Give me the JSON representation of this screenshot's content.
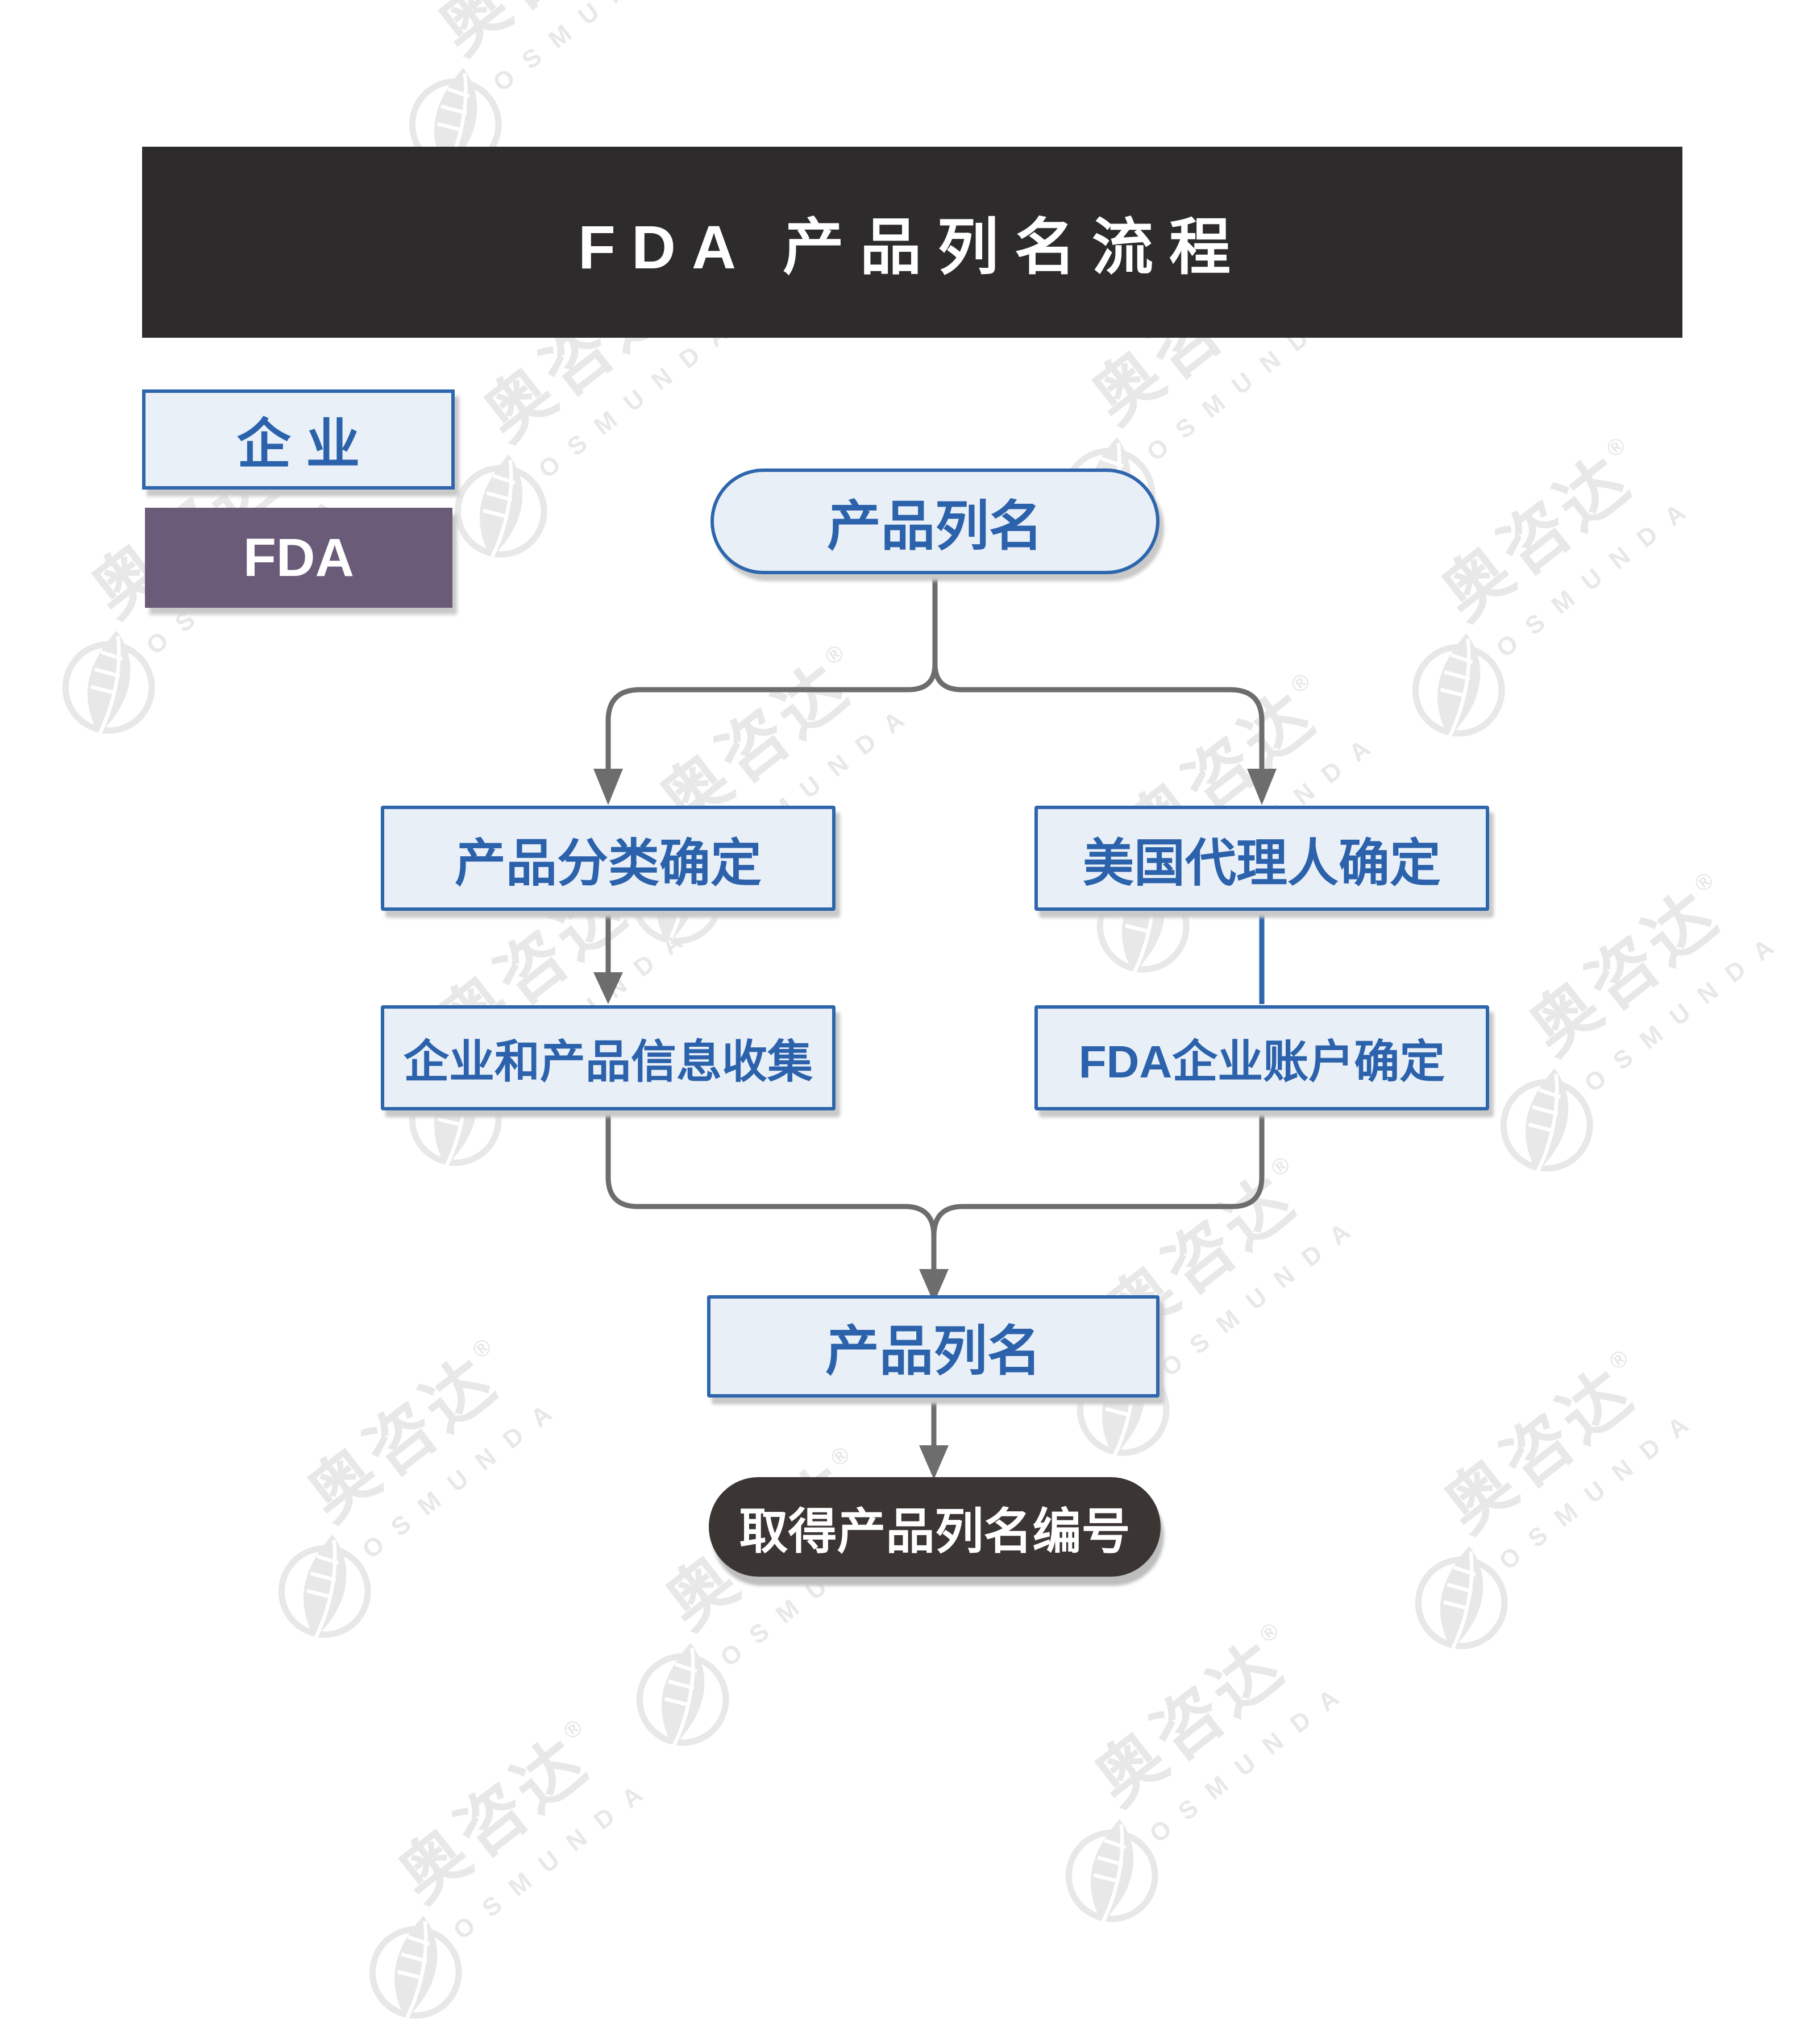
{
  "title": "FDA 产品列名流程",
  "legend": {
    "enterprise_label": "企 业",
    "fda_label": "FDA"
  },
  "flow": {
    "start": "产品列名",
    "branch_left_1": "产品分类确定",
    "branch_left_2": "企业和产品信息收集",
    "branch_right_1": "美国代理人确定",
    "branch_right_2": "FDA企业账户确定",
    "merge": "产品列名",
    "end": "取得产品列名编号"
  },
  "watermark": {
    "cn": "奥咨达",
    "reg": "®",
    "en": "OSMUNDA"
  },
  "colors": {
    "title_bar_bg": "#2d2b2b",
    "box_fill": "#e9eff7",
    "box_border": "#2e66ad",
    "box_text": "#2b62ab",
    "enterprise_legend_fill": "#e9f0f8",
    "fda_legend_bg": "#6a5b78",
    "end_pill_bg": "#3b3534",
    "connector_gray": "#6d6d6d",
    "connector_blue": "#2e66ad",
    "shadow_gray": "#c9c9c9",
    "watermark_gray": "#e8e8e8"
  }
}
